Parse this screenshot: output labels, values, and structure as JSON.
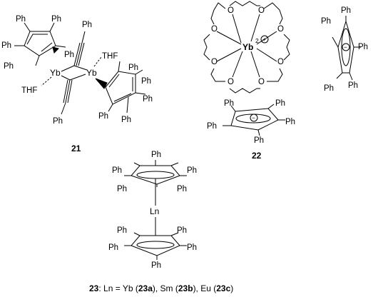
{
  "labels": {
    "ph": "Ph",
    "yb": "Yb",
    "thf": "THF",
    "o": "O",
    "ln": "Ln",
    "plus": "+",
    "minus": "−",
    "charge_2": "2"
  },
  "compound_numbers": {
    "c21": "21",
    "c22": "22"
  },
  "caption": {
    "num": "23",
    "text1": ": Ln = Yb (",
    "b1": "23a",
    "text2": "), Sm (",
    "b2": "23b",
    "text3": "), Eu (",
    "b3": "23c",
    "text4": ")"
  }
}
